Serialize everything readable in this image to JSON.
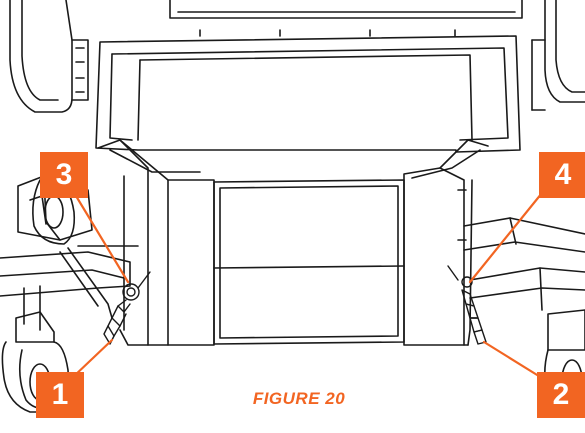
{
  "figure": {
    "caption": "FIGURE 20",
    "callouts": [
      "1",
      "2",
      "3",
      "4"
    ]
  },
  "colors": {
    "accent": "#F26522",
    "line": "#1a1a1a"
  }
}
